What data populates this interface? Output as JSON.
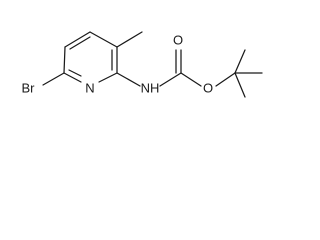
{
  "molecule": {
    "atoms": {
      "bromine": "Br",
      "ring_nitrogen": "N",
      "amide_nh": "NH",
      "carbonyl_oxygen": "O",
      "ester_oxygen": "O"
    },
    "colors": {
      "bond": "#1a1a1a",
      "background": "#ffffff"
    }
  }
}
